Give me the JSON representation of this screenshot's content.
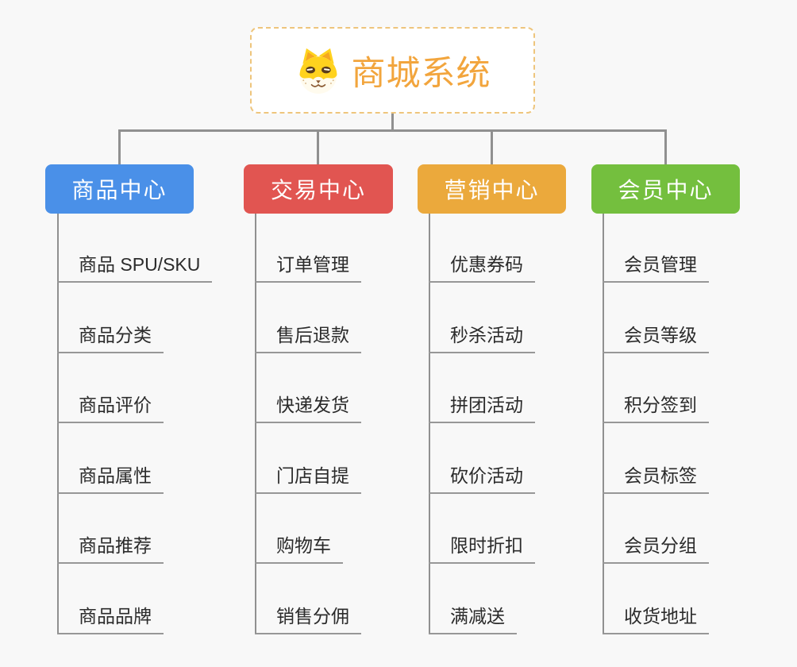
{
  "background_color": "#f8f8f8",
  "connector_color": "#909090",
  "underline_color": "#979797",
  "item_text_color": "#2b2b2b",
  "root": {
    "label": "商城系统",
    "icon": "shiba-dog-icon",
    "text_color": "#f2a53d",
    "border_color": "#eec57c",
    "background": "#ffffff"
  },
  "branches": [
    {
      "label": "商品中心",
      "color": "#4a90e8",
      "items": [
        "商品 SPU/SKU",
        "商品分类",
        "商品评价",
        "商品属性",
        "商品推荐",
        "商品品牌"
      ]
    },
    {
      "label": "交易中心",
      "color": "#e15551",
      "items": [
        "订单管理",
        "售后退款",
        "快递发货",
        "门店自提",
        "购物车",
        "销售分佣"
      ]
    },
    {
      "label": "营销中心",
      "color": "#eba93c",
      "items": [
        "优惠券码",
        "秒杀活动",
        "拼团活动",
        "砍价活动",
        "限时折扣",
        "满减送"
      ]
    },
    {
      "label": "会员中心",
      "color": "#74bf3e",
      "items": [
        "会员管理",
        "会员等级",
        "积分签到",
        "会员标签",
        "会员分组",
        "收货地址"
      ]
    }
  ]
}
